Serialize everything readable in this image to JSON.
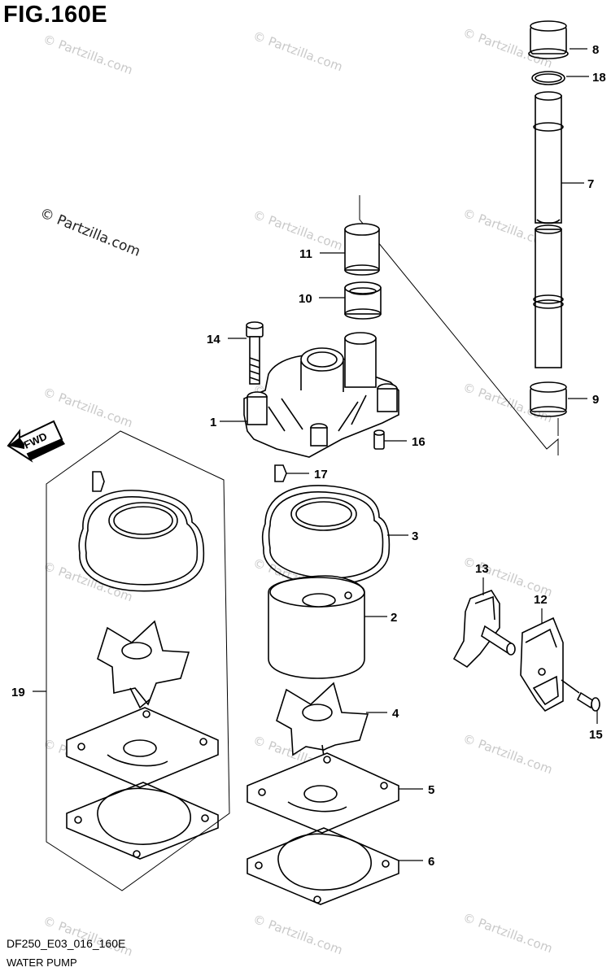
{
  "figure": {
    "title": "FIG.160E",
    "code": "DF250_E03_016_160E",
    "name": "WATER PUMP"
  },
  "watermark": {
    "main": "© Partzilla.com",
    "repeat": "© Partzilla.com"
  },
  "direction_badge": "FWD",
  "labels": [
    {
      "id": "1",
      "text": "1"
    },
    {
      "id": "2",
      "text": "2"
    },
    {
      "id": "3",
      "text": "3"
    },
    {
      "id": "4",
      "text": "4"
    },
    {
      "id": "5",
      "text": "5"
    },
    {
      "id": "6",
      "text": "6"
    },
    {
      "id": "7",
      "text": "7"
    },
    {
      "id": "8",
      "text": "8"
    },
    {
      "id": "9",
      "text": "9"
    },
    {
      "id": "10",
      "text": "10"
    },
    {
      "id": "11",
      "text": "11"
    },
    {
      "id": "12",
      "text": "12"
    },
    {
      "id": "13",
      "text": "13"
    },
    {
      "id": "14",
      "text": "14"
    },
    {
      "id": "15",
      "text": "15"
    },
    {
      "id": "16",
      "text": "16"
    },
    {
      "id": "17",
      "text": "17"
    },
    {
      "id": "18",
      "text": "18"
    },
    {
      "id": "19",
      "text": "19"
    }
  ]
}
